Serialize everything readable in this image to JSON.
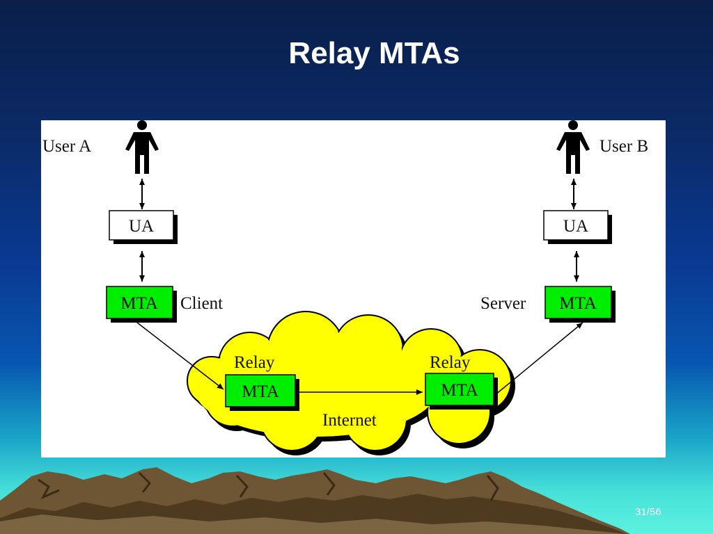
{
  "slide": {
    "title": "Relay MTAs",
    "page_number": "31/56"
  },
  "diagram": {
    "user_a_label": "User A",
    "user_b_label": "User B",
    "ua_left_label": "UA",
    "ua_right_label": "UA",
    "mta_client_label": "MTA",
    "client_label": "Client",
    "server_label": "Server",
    "mta_server_label": "MTA",
    "relay_left_label": "Relay",
    "relay_right_label": "Relay",
    "relay_mta_left_label": "MTA",
    "relay_mta_right_label": "MTA",
    "internet_label": "Internet",
    "colors": {
      "mta_box": "#00ee00",
      "cloud": "#ffff00",
      "ua_box": "#ffffff"
    },
    "icons": [
      "person-icon",
      "person-icon"
    ]
  }
}
